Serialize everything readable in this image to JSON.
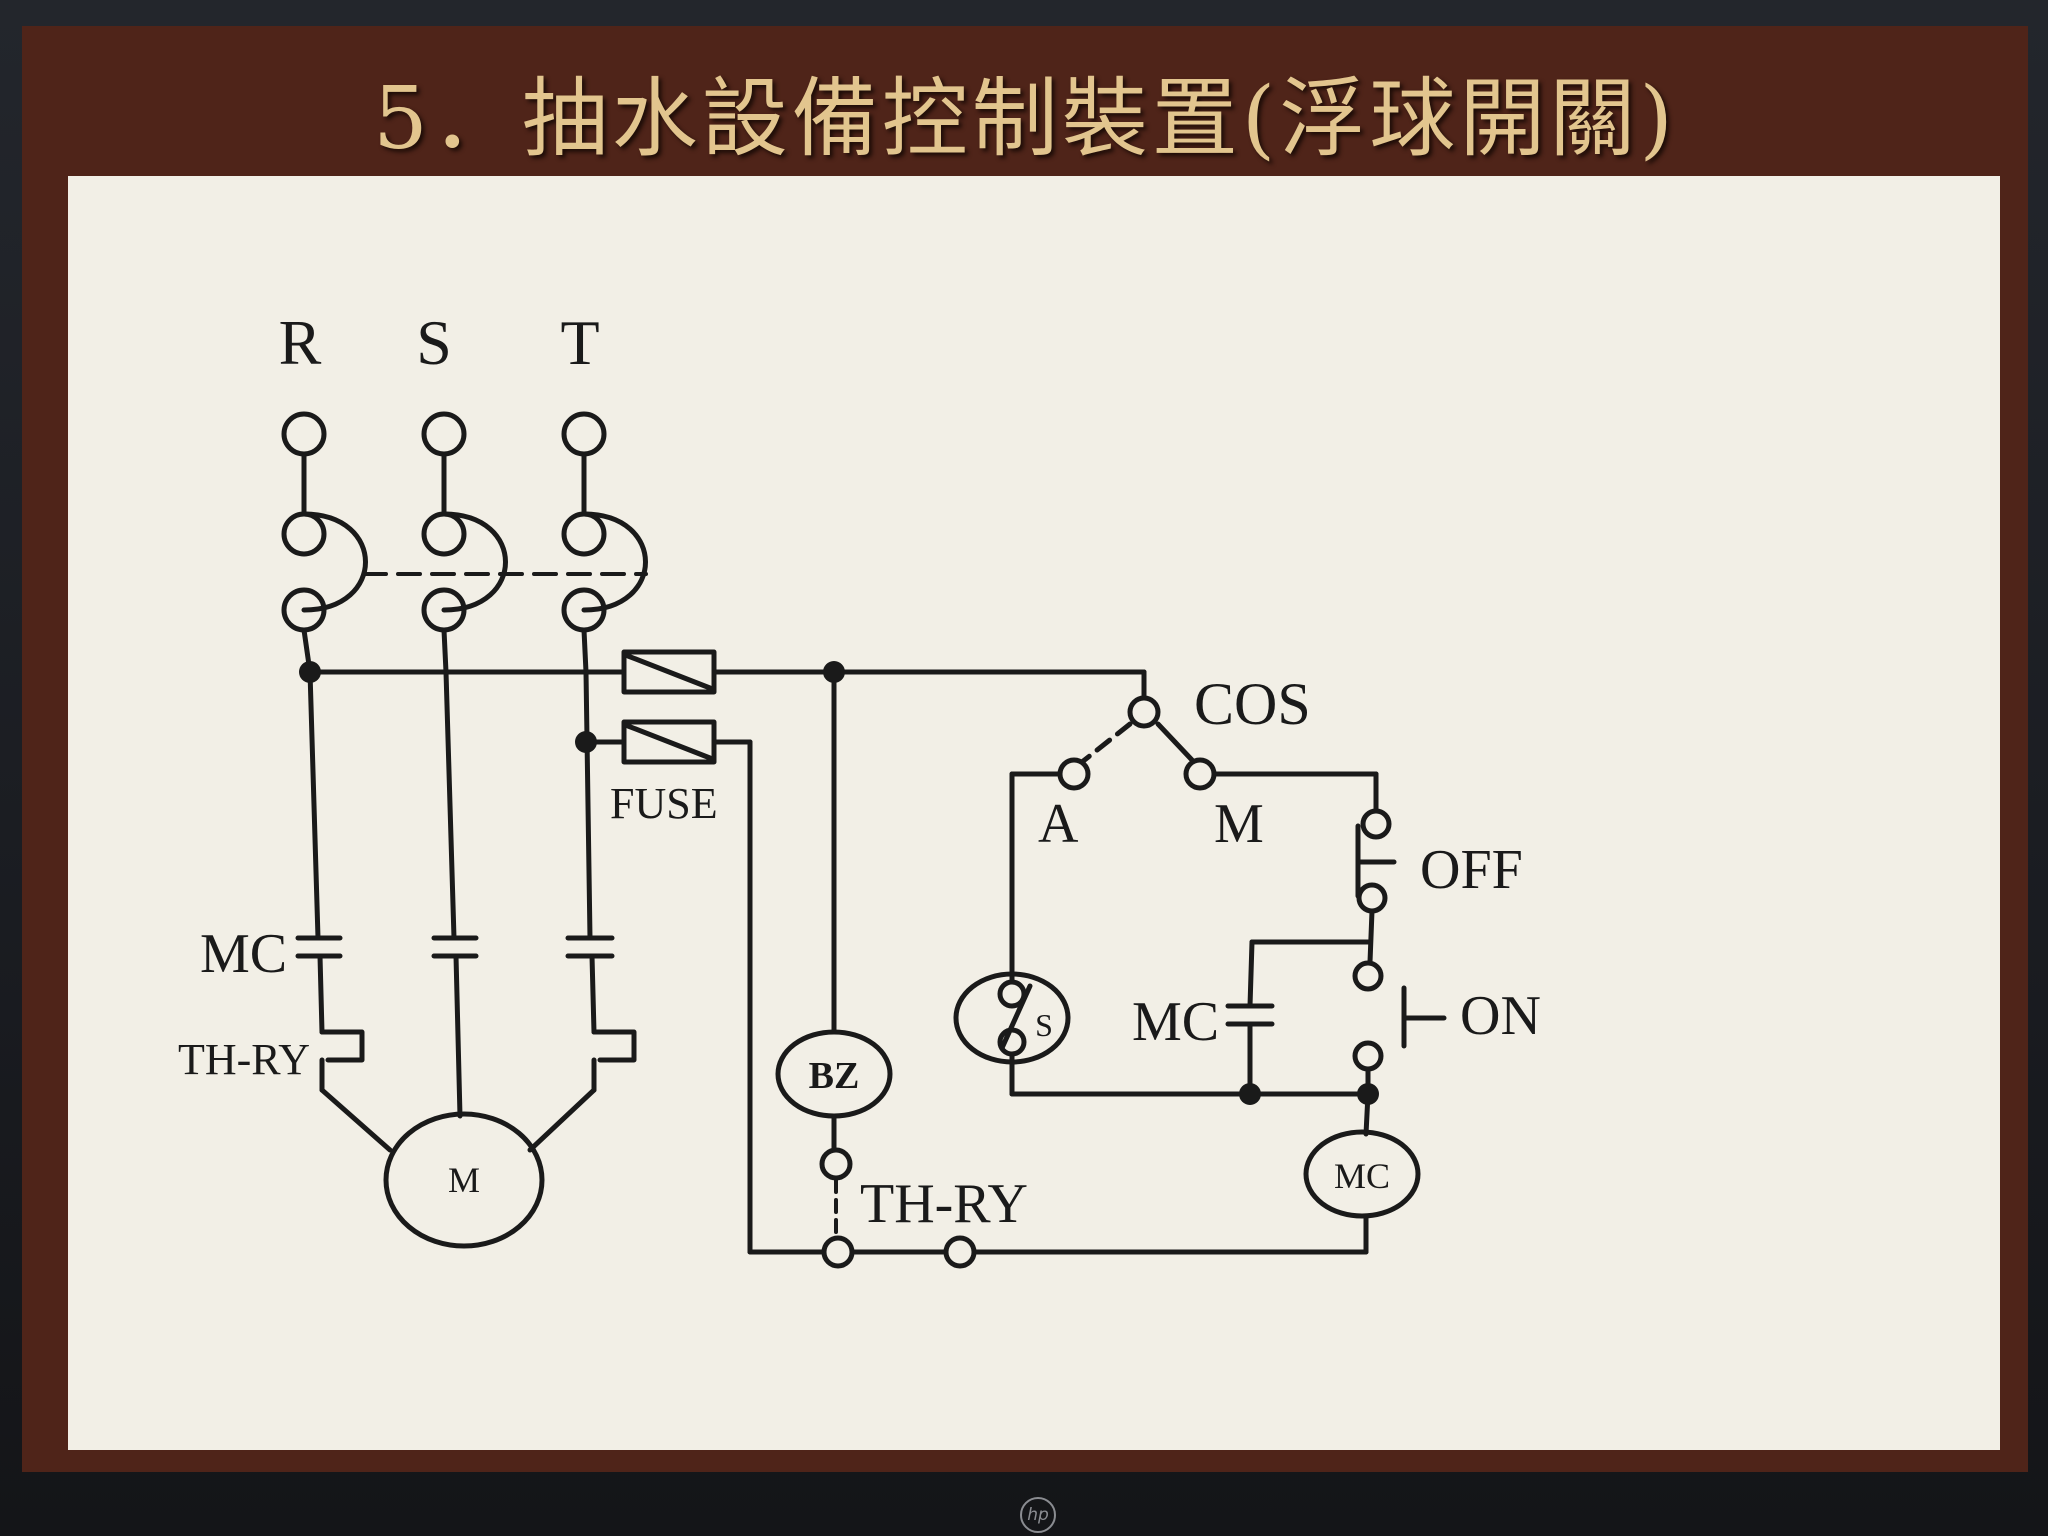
{
  "slide": {
    "title": "5．抽水設備控制裝置(浮球開關)"
  },
  "labels": {
    "phase_r": "R",
    "phase_s": "S",
    "phase_t": "T",
    "cos": "COS",
    "auto": "A",
    "manual": "M",
    "off": "OFF",
    "on": "ON",
    "mc_main": "MC",
    "mc_aux": "MC",
    "mc_coil": "MC",
    "thry_main": "TH-RY",
    "thry_ctrl": "TH-RY",
    "fuse": "FUSE",
    "buzzer": "BZ",
    "motor": "M",
    "float_switch": "S"
  },
  "bezel": {
    "logo": "hp"
  }
}
